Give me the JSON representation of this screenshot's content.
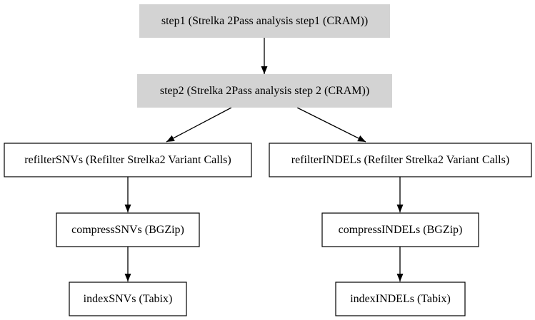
{
  "colors": {
    "background": "#ffffff",
    "node_fill_shaded": "#d3d3d3",
    "node_fill_plain": "#ffffff",
    "node_stroke": "#000000",
    "edge": "#000000",
    "text": "#000000"
  },
  "nodes": [
    {
      "id": "step1",
      "label": "step1 (Strelka 2Pass analysis step1 (CRAM))",
      "shaded": true
    },
    {
      "id": "step2",
      "label": "step2 (Strelka 2Pass analysis step 2 (CRAM))",
      "shaded": true
    },
    {
      "id": "refilterSNVs",
      "label": "refilterSNVs (Refilter Strelka2 Variant Calls)",
      "shaded": false
    },
    {
      "id": "refilterINDELs",
      "label": "refilterINDELs (Refilter Strelka2 Variant Calls)",
      "shaded": false
    },
    {
      "id": "compressSNVs",
      "label": "compressSNVs (BGZip)",
      "shaded": false
    },
    {
      "id": "compressINDELs",
      "label": "compressINDELs (BGZip)",
      "shaded": false
    },
    {
      "id": "indexSNVs",
      "label": "indexSNVs (Tabix)",
      "shaded": false
    },
    {
      "id": "indexINDELs",
      "label": "indexINDELs (Tabix)",
      "shaded": false
    }
  ],
  "edges": [
    {
      "from": "step1",
      "to": "step2"
    },
    {
      "from": "step2",
      "to": "refilterSNVs"
    },
    {
      "from": "step2",
      "to": "refilterINDELs"
    },
    {
      "from": "refilterSNVs",
      "to": "compressSNVs"
    },
    {
      "from": "refilterINDELs",
      "to": "compressINDELs"
    },
    {
      "from": "compressSNVs",
      "to": "indexSNVs"
    },
    {
      "from": "compressINDELs",
      "to": "indexINDELs"
    }
  ]
}
